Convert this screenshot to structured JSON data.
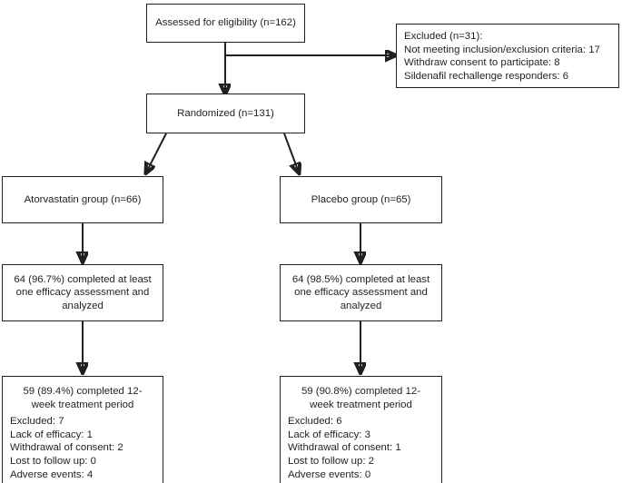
{
  "diagram": {
    "title": "CONSORT participant flow diagram",
    "line_color": "#231f20",
    "background": "#ffffff",
    "nodes": {
      "assessed": {
        "label": "Assessed for eligibility (n=162)"
      },
      "excluded": {
        "lines": [
          "Excluded (n=31):",
          "Not meeting inclusion/exclusion criteria: 17",
          "Withdraw consent to participate: 8",
          "Sildenafil rechallenge responders: 6"
        ]
      },
      "randomized": {
        "label": "Randomized (n=131)"
      },
      "atorvastatin_group": {
        "label": "Atorvastatin group (n=66)"
      },
      "placebo_group": {
        "label": "Placebo group (n=65)"
      },
      "atorvastatin_analyzed": {
        "lines": [
          "64 (96.7%) completed at least",
          "one efficacy assessment and",
          "analyzed"
        ]
      },
      "placebo_analyzed": {
        "lines": [
          "64 (98.5%) completed at least",
          "one efficacy assessment and",
          "analyzed"
        ]
      },
      "atorvastatin_completed": {
        "headline": [
          "59 (89.4%) completed 12-",
          "week treatment period"
        ],
        "details": [
          "Excluded: 7",
          "Lack of efficacy: 1",
          "Withdrawal of consent: 2",
          "Lost to follow up: 0",
          "Adverse events: 4"
        ]
      },
      "placebo_completed": {
        "headline": [
          "59 (90.8%) completed 12-",
          "week treatment period"
        ],
        "details": [
          "Excluded: 6",
          "Lack of efficacy: 3",
          "Withdrawal of consent: 1",
          "Lost to follow up: 2",
          "Adverse events: 0"
        ]
      }
    }
  }
}
